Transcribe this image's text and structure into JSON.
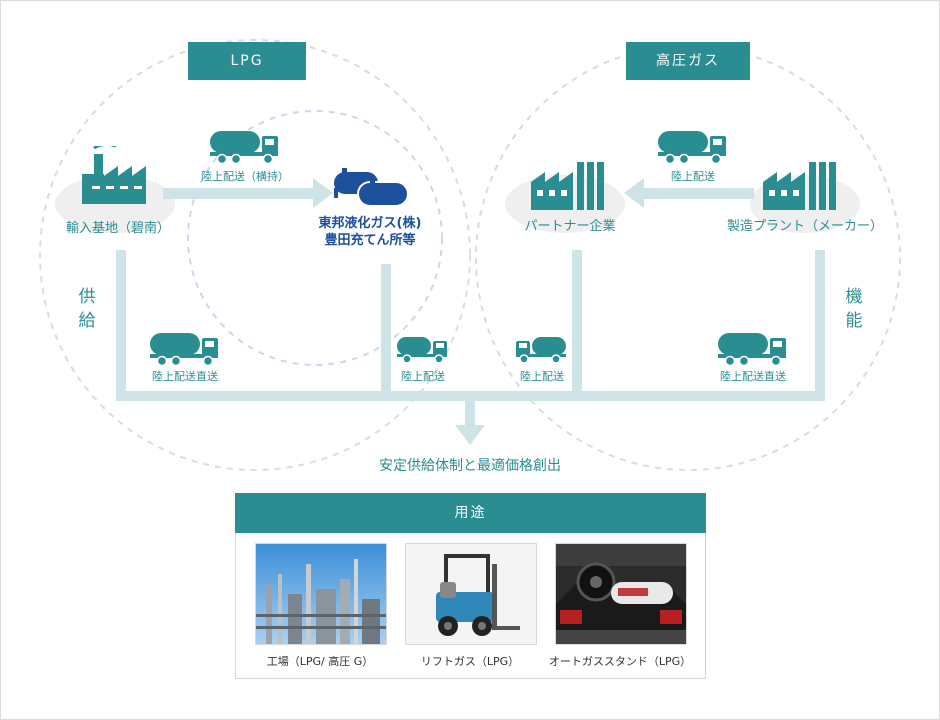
{
  "tags": {
    "lpg": "LPG",
    "high_pressure_gas": "高圧ガス"
  },
  "nodes": {
    "import_base": "輸入基地（碧南）",
    "toho": [
      "東邦液化ガス(株)",
      "豊田充てん所等"
    ],
    "partner": "パートナー企業",
    "plant": "製造プラント（メーカー）"
  },
  "transport": {
    "land_yokomochi": "陸上配送（横持）",
    "land_top_right": "陸上配送",
    "direct_left": "陸上配送直送",
    "land_mid_left": "陸上配送",
    "land_mid_right": "陸上配送",
    "direct_right": "陸上配送直送"
  },
  "side_labels": {
    "left": [
      "供",
      "給"
    ],
    "right": [
      "機",
      "能"
    ]
  },
  "goal": "安定供給体制と最適価格創出",
  "usage": {
    "title": "用途",
    "items": [
      {
        "caption": "工場（LPG/ 高圧 G）"
      },
      {
        "caption": "リフトガス（LPG）"
      },
      {
        "caption": "オートガススタンド（LPG）"
      }
    ]
  },
  "colors": {
    "teal": "#2a8d92",
    "navy": "#1c4f9c",
    "flow": "#cde3e5"
  }
}
